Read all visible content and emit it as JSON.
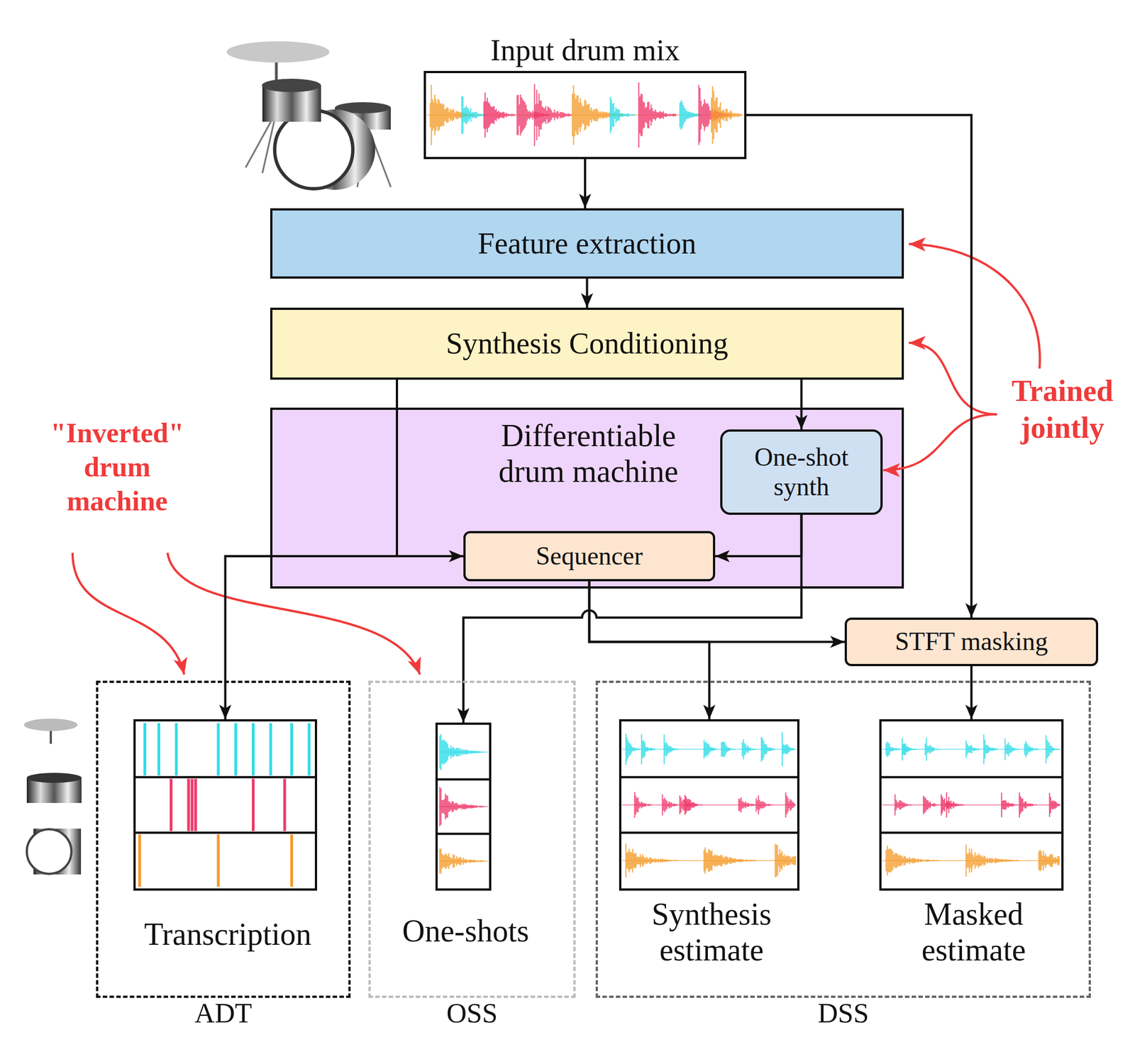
{
  "diagram": {
    "nodes": [
      {
        "text": [
          "Input drum mix"
        ]
      },
      {
        "text": [
          "Feature extraction"
        ]
      },
      {
        "text": [
          "Synthesis Conditioning"
        ]
      },
      {
        "text": [
          "Differentiable drum machine"
        ]
      },
      {
        "text": [
          "One-shot synth"
        ],
        "in": 3
      },
      {
        "text": [
          "Sequencer"
        ],
        "in": 3
      },
      {
        "text": [
          "STFT masking"
        ]
      },
      {
        "text": [
          "ADT"
        ]
      },
      {
        "text": [
          "Transcription"
        ],
        "in": 7
      },
      {
        "text": [
          "OSS"
        ]
      },
      {
        "text": [
          "One-shots"
        ],
        "in": 9
      },
      {
        "text": [
          "DSS"
        ]
      },
      {
        "text": [
          "Synthesis estimate"
        ],
        "in": 11
      },
      {
        "text": [
          "Masked estimate"
        ],
        "in": 11
      }
    ],
    "edges": [
      {
        "from": 0,
        "to": 1,
        "arrow": "to"
      },
      {
        "from": 0,
        "to": 6,
        "arrow": "to"
      },
      {
        "from": 1,
        "to": 2,
        "arrow": "to"
      },
      {
        "from": 2,
        "to": 5,
        "arrow": "to"
      },
      {
        "from": 2,
        "to": 8,
        "arrow": "to"
      },
      {
        "from": 2,
        "to": 4,
        "arrow": "to"
      },
      {
        "from": 4,
        "to": 5,
        "arrow": "to"
      },
      {
        "from": 4,
        "to": 10,
        "arrow": "to"
      },
      {
        "from": 5,
        "to": 12,
        "arrow": "to"
      },
      {
        "from": 5,
        "to": 6,
        "arrow": "to"
      },
      {
        "from": 6,
        "to": 13,
        "arrow": "to"
      }
    ],
    "labels": [
      "\"Inverted\" drum machine",
      "Trained jointly"
    ]
  }
}
